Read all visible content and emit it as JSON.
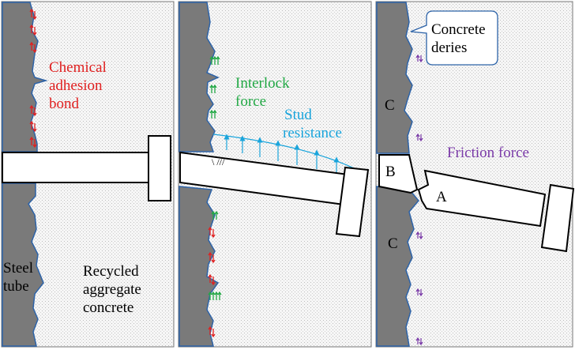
{
  "colors": {
    "steel": "#7a7a7a",
    "concrete_bg": "#f4f4f4",
    "edge": "#2d63a8",
    "adhesion": "#e02020",
    "interlock": "#22a845",
    "stud": "#1aa5dc",
    "friction": "#7a3aa8"
  },
  "panel1": {
    "chemical_label": [
      "Chemical",
      "adhesion",
      "bond"
    ],
    "steel_label": [
      "Steel",
      "tube"
    ],
    "rac_label": [
      "Recycled",
      "aggregate",
      "concrete"
    ]
  },
  "panel2": {
    "interlock_label": [
      "Interlock",
      "force"
    ],
    "stud_label": [
      "Stud",
      "resistance"
    ],
    "crack_mark": "\\ ///"
  },
  "panel3": {
    "callout_label": [
      "Concrete",
      "deries"
    ],
    "friction_label": "Friction force",
    "label_a": "A",
    "label_b": "B",
    "label_c_top": "C",
    "label_c_bottom": "C"
  }
}
